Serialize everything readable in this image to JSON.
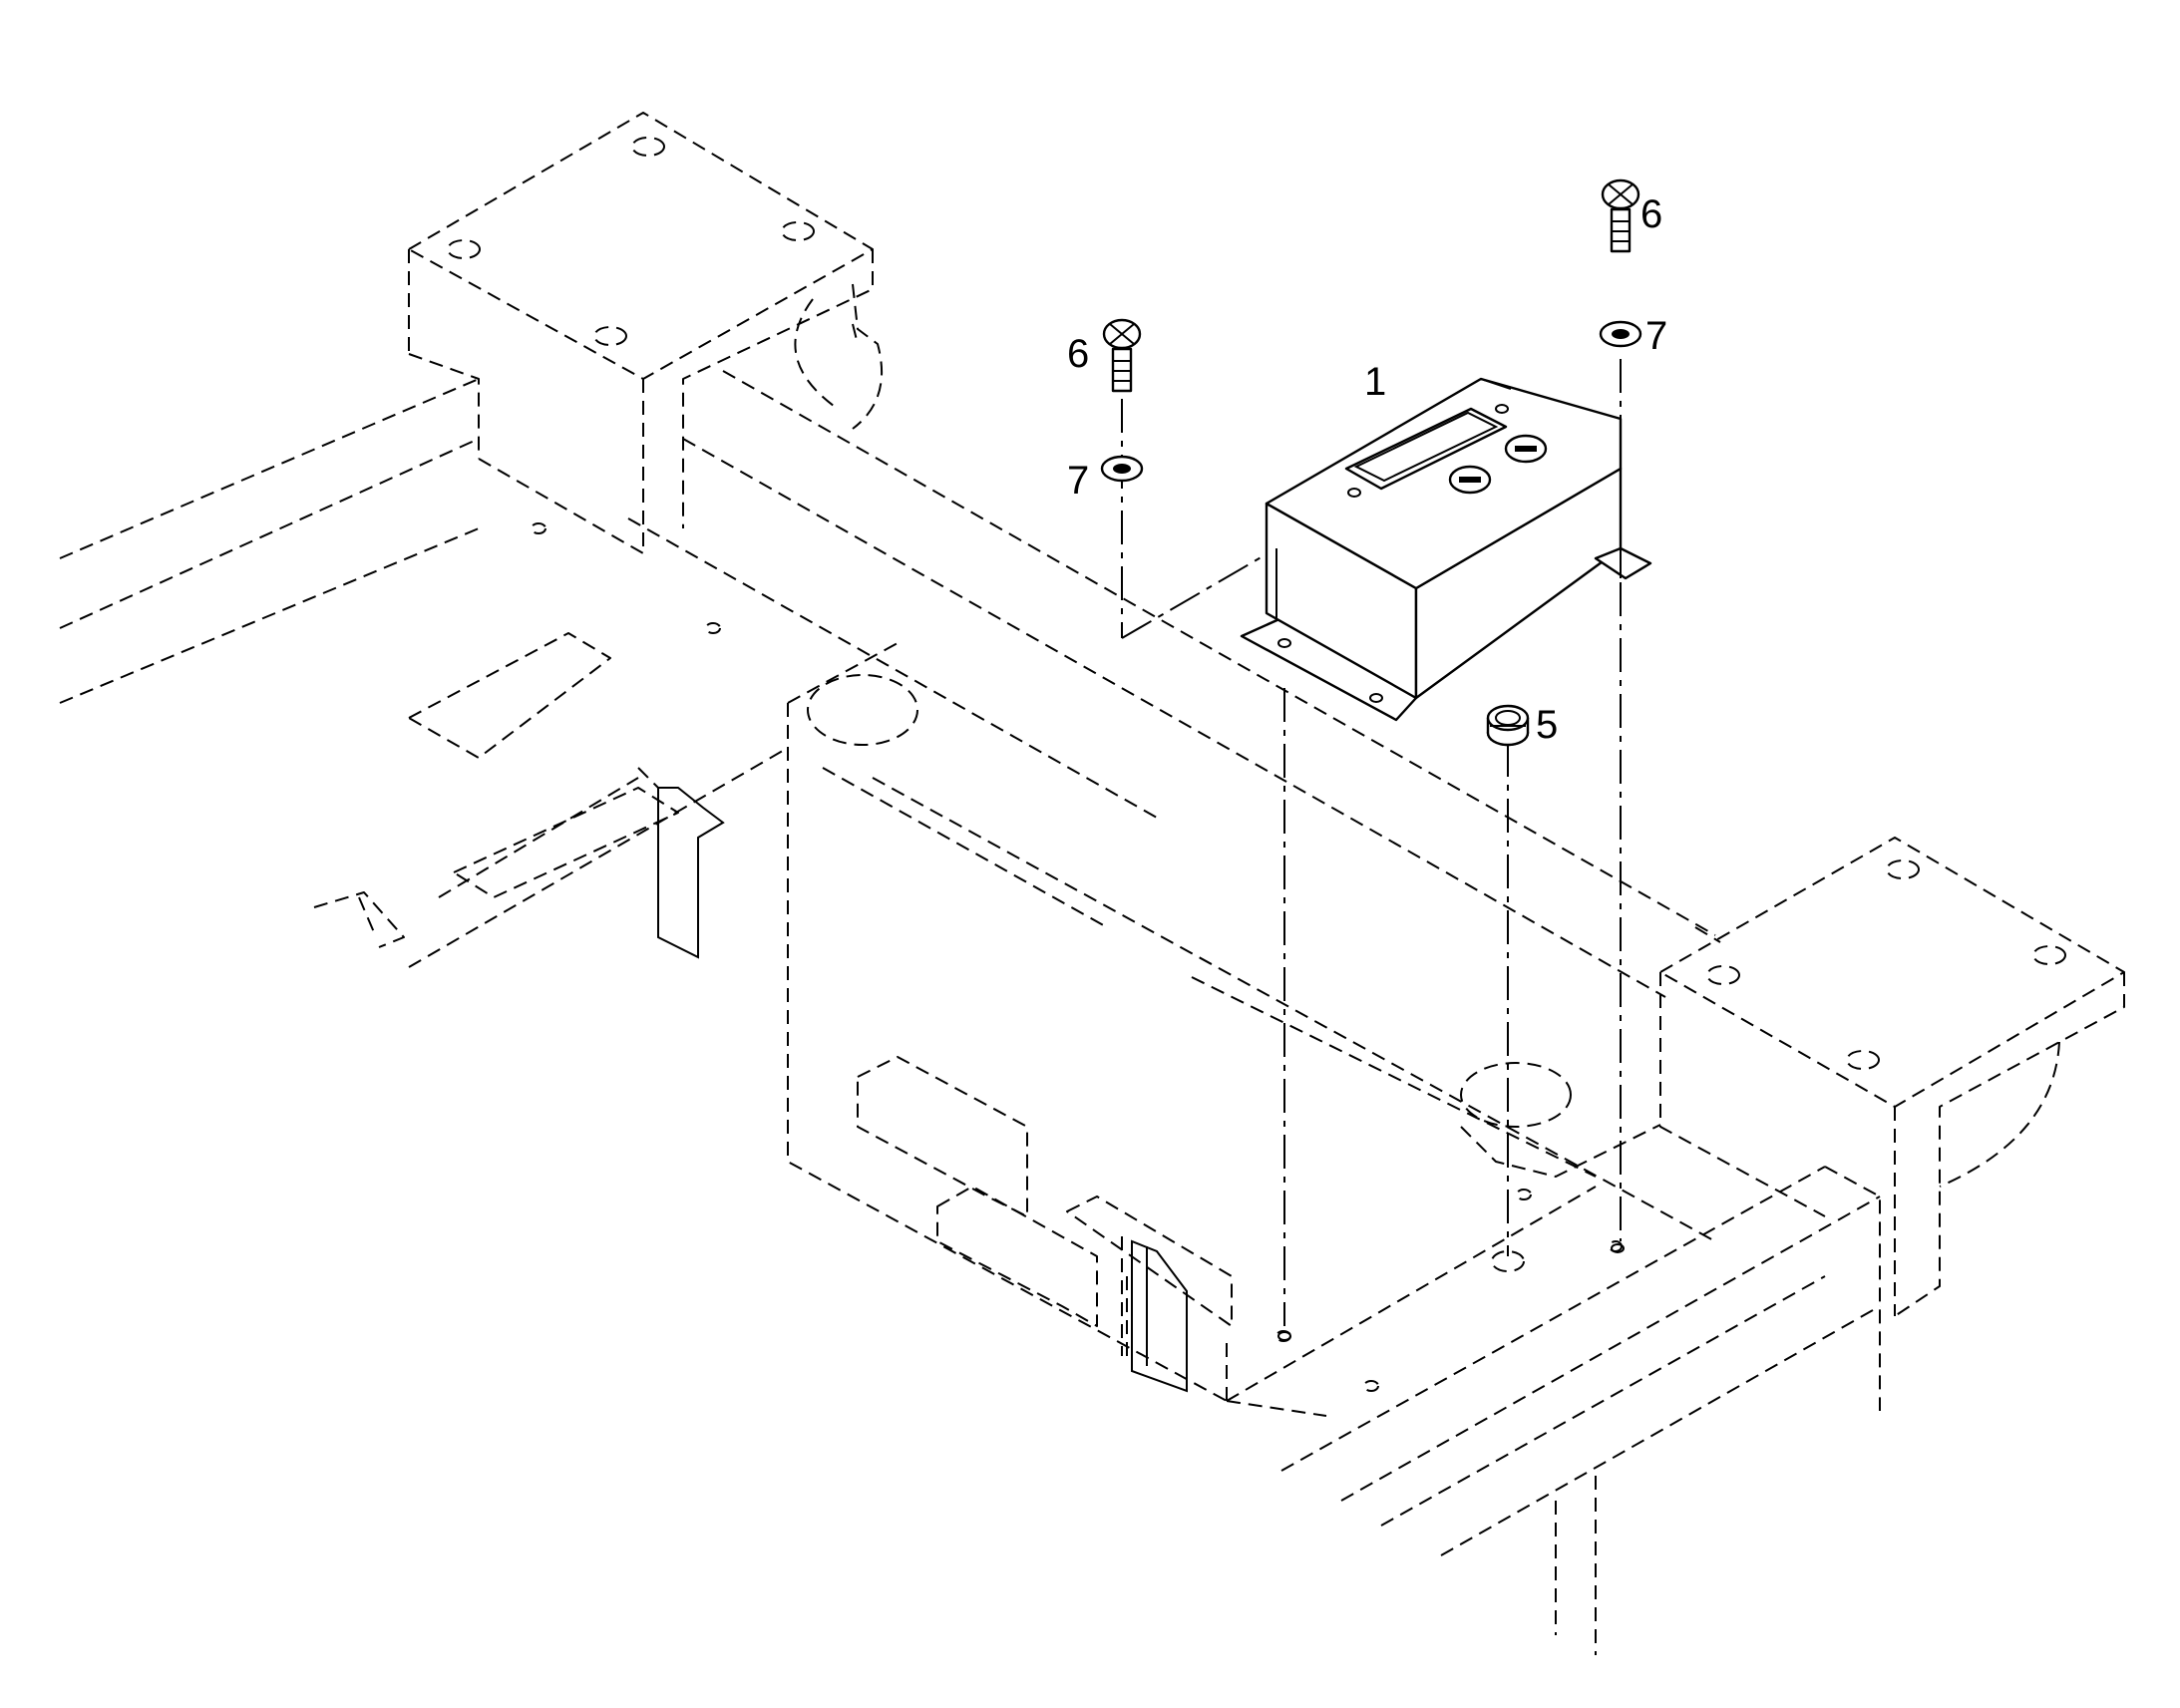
{
  "diagram": {
    "callouts": [
      {
        "id": "cover-box",
        "label": "1"
      },
      {
        "id": "plug",
        "label": "5"
      },
      {
        "id": "screw-left",
        "label": "6"
      },
      {
        "id": "washer-left",
        "label": "7"
      },
      {
        "id": "screw-right",
        "label": "6"
      },
      {
        "id": "washer-right",
        "label": "7"
      }
    ]
  }
}
